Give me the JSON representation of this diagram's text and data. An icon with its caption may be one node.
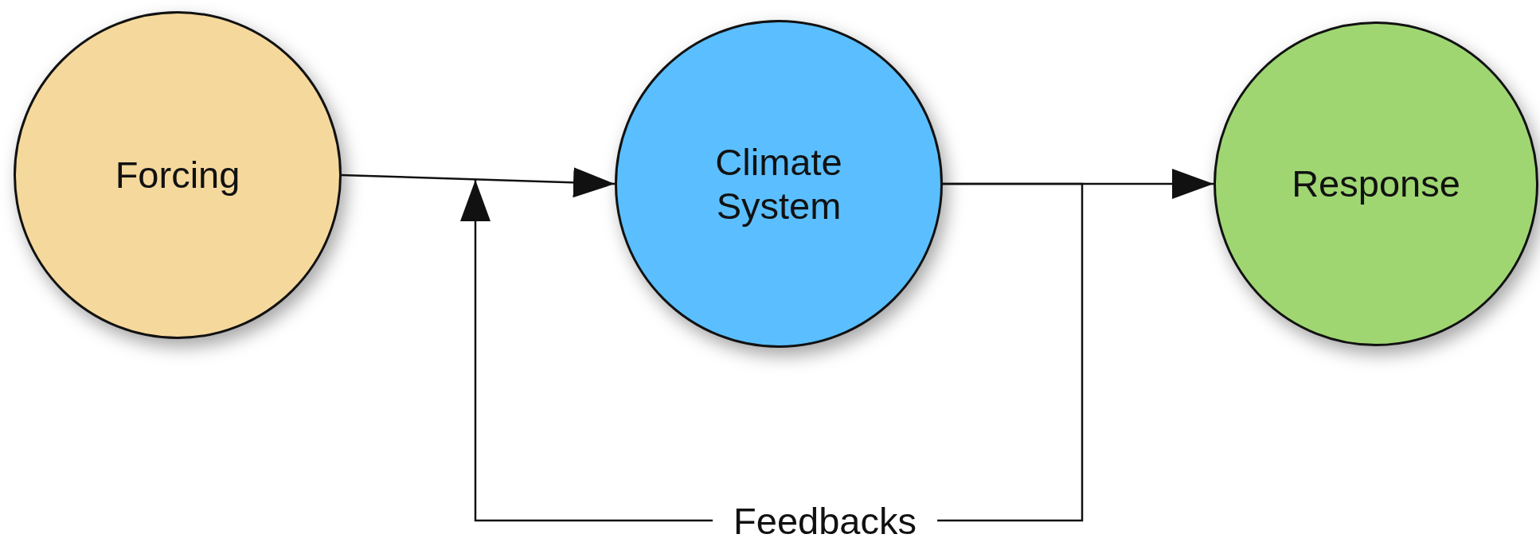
{
  "diagram": {
    "nodes": [
      {
        "text": [
          "Forcing"
        ]
      },
      {
        "text": [
          "Climate System"
        ]
      },
      {
        "text": [
          "Response"
        ]
      }
    ],
    "edges": [
      {
        "from": 0,
        "to": 1,
        "arrow": "to"
      },
      {
        "from": 1,
        "to": 2,
        "arrow": "to"
      },
      {
        "from": 1,
        "to": null,
        "arrow": "to",
        "label": "Feedbacks"
      }
    ]
  }
}
